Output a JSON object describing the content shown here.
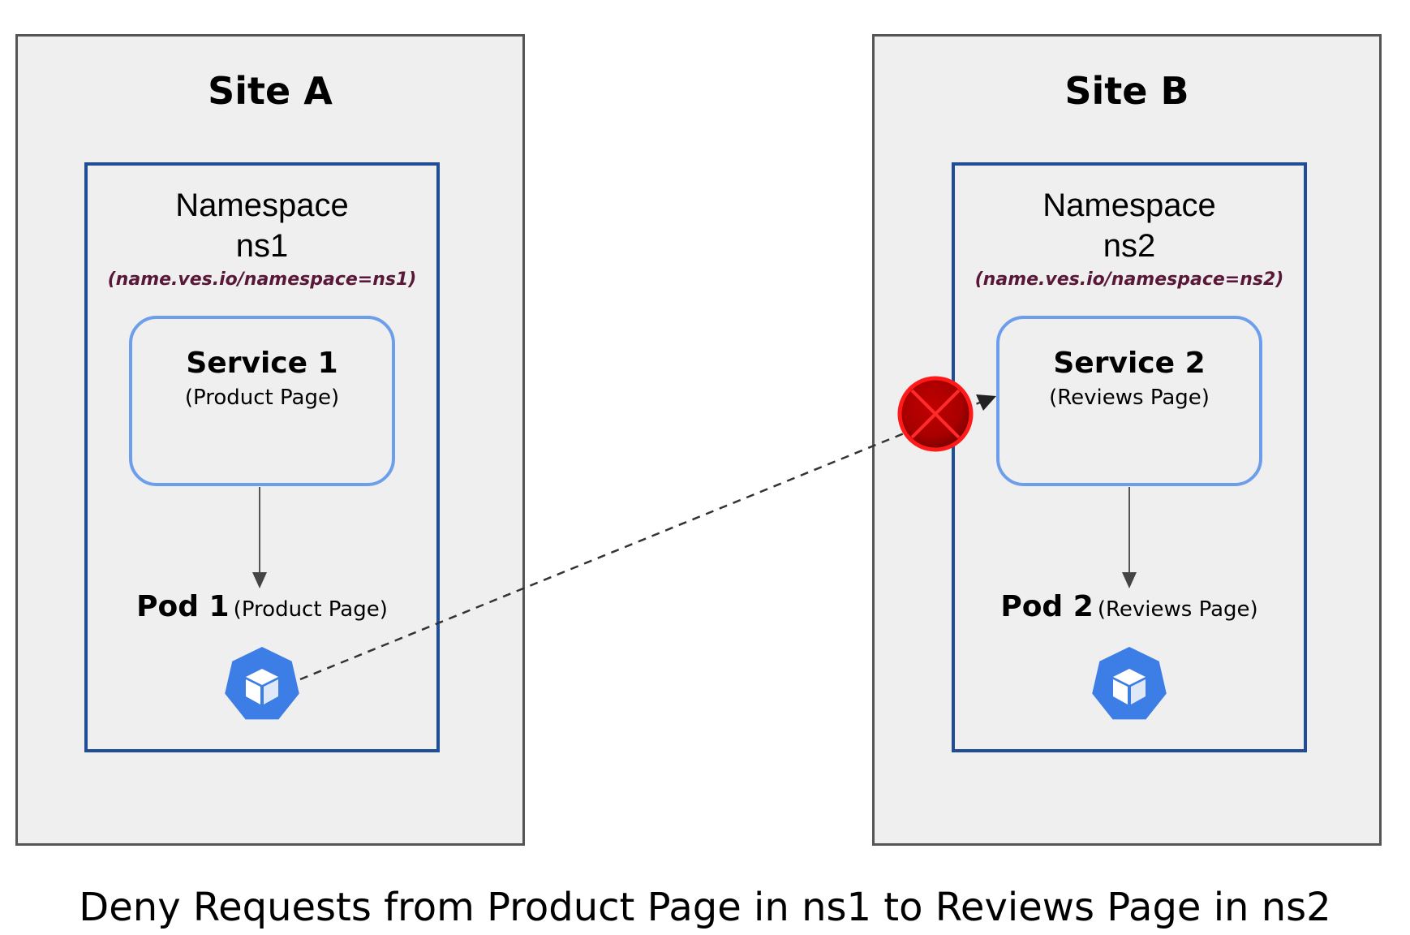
{
  "sites": [
    {
      "title": "Site A",
      "namespace": {
        "title_line1": "Namespace",
        "title_line2": "ns1",
        "label": "(name.ves.io/namespace=ns1)",
        "service": {
          "title": "Service 1",
          "subtitle": "(Product Page)"
        },
        "pod": {
          "name": "Pod 1",
          "subtitle": "(Product Page)"
        }
      }
    },
    {
      "title": "Site B",
      "namespace": {
        "title_line1": "Namespace",
        "title_line2": "ns2",
        "label": "(name.ves.io/namespace=ns2)",
        "service": {
          "title": "Service 2",
          "subtitle": "(Reviews Page)"
        },
        "pod": {
          "name": "Pod 2",
          "subtitle": "(Reviews Page)"
        }
      }
    }
  ],
  "caption": "Deny Requests from Product Page in ns1 to Reviews Page in ns2",
  "icons": {
    "pod": "kubernetes-pod-icon",
    "deny": "deny-x-icon"
  },
  "colors": {
    "site_fill": "#efefef",
    "site_border": "#555555",
    "namespace_border": "#1f4e96",
    "service_border": "#6d9eeb",
    "label_text": "#5a1838",
    "pod_icon": "#3d7de6",
    "deny_fill": "#d40000"
  }
}
